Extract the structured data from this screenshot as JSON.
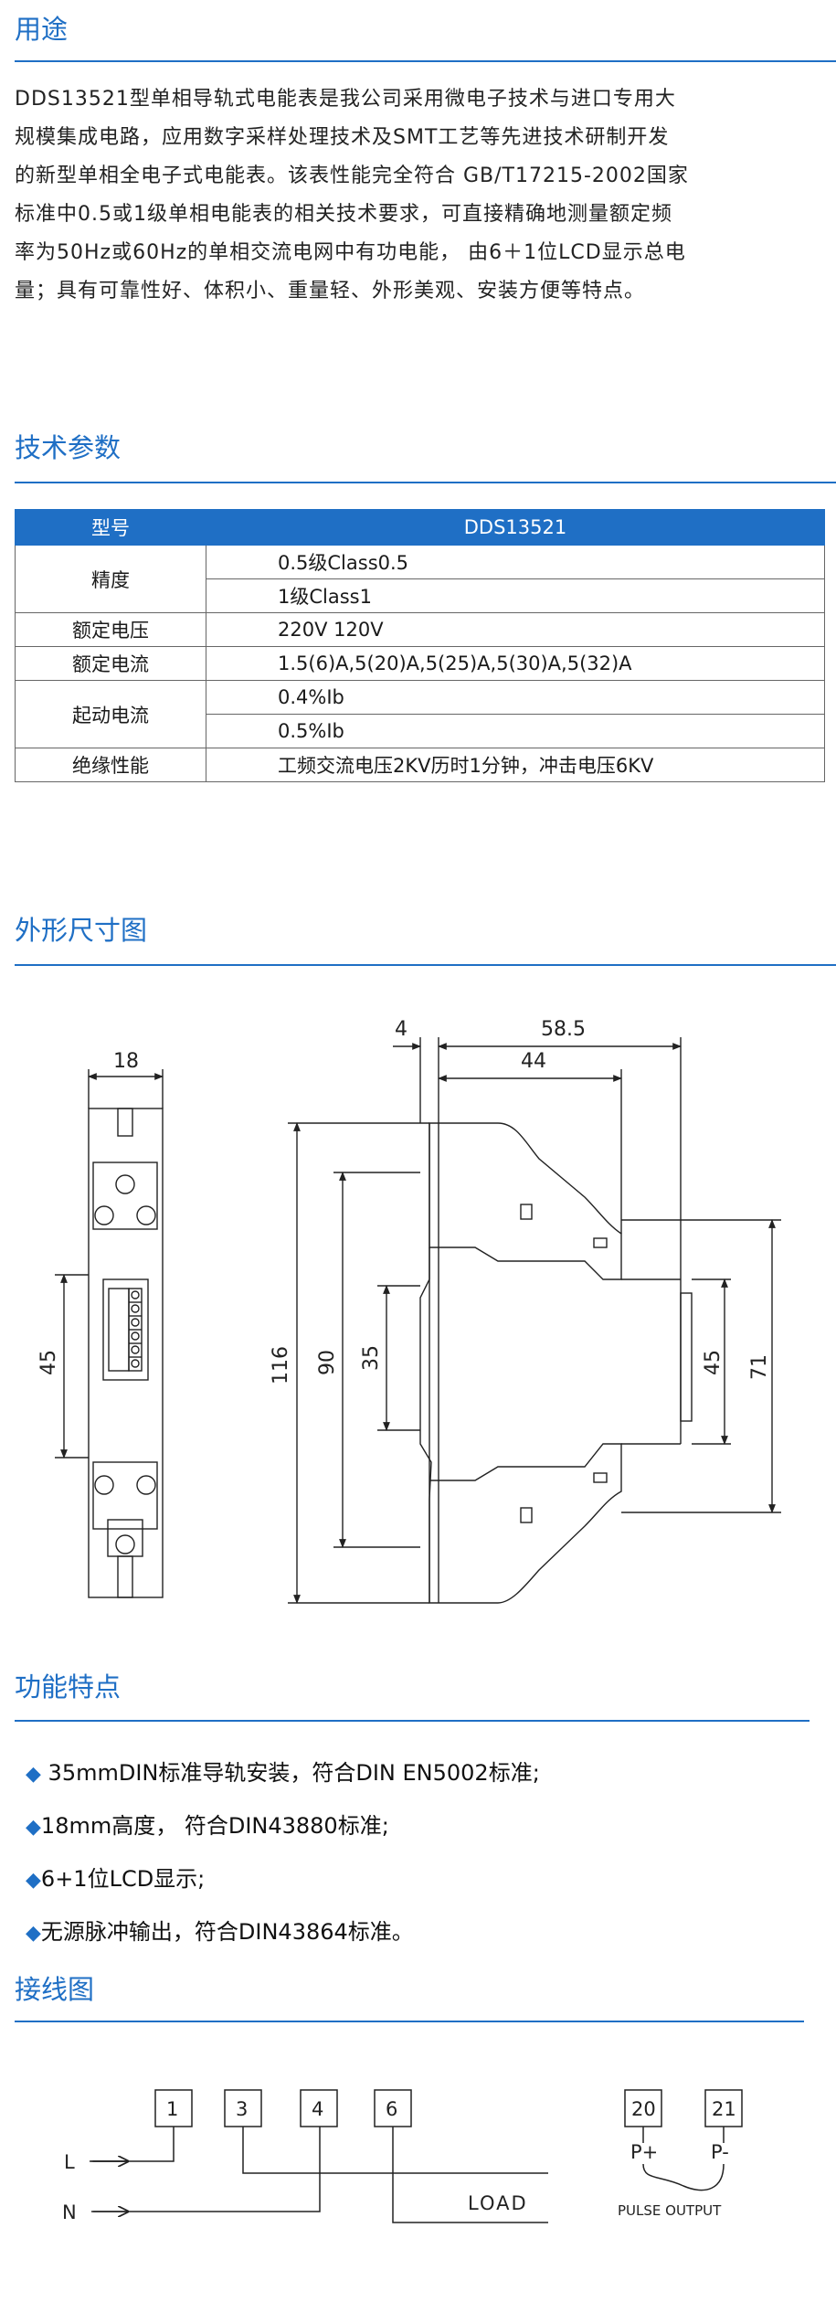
{
  "usage": {
    "title": "用途",
    "lines": [
      "DDS13521型单相导轨式电能表是我公司采用微电子技术与进口专用大",
      "规模集成电路，应用数字采样处理技术及SMT工艺等先进技术研制开发",
      "的新型单相全电子式电能表。该表性能完全符合 GB/T17215-2002国家",
      "标准中0.5或1级单相电能表的相关技术要求，可直接精确地测量额定频",
      "率为50Hz或60Hz的单相交流电网中有功电能， 由6＋1位LCD显示总电",
      "量；具有可靠性好、体积小、重量轻、外形美观、安装方便等特点。"
    ]
  },
  "specs": {
    "title": "技术参数",
    "header": {
      "label": "型号",
      "value": "DDS13521"
    },
    "rows": [
      {
        "label": "精度",
        "values": [
          "0.5级Class0.5",
          "1级Class1"
        ]
      },
      {
        "label": "额定电压",
        "values": [
          "220V 120V"
        ]
      },
      {
        "label": "额定电流",
        "values": [
          "1.5(6)A,5(20)A,5(25)A,5(30)A,5(32)A"
        ]
      },
      {
        "label": "起动电流",
        "values": [
          "0.4%Ib",
          "0.5%Ib"
        ]
      },
      {
        "label": "绝缘性能",
        "values": [
          "工频交流电压2KV历时1分钟，冲击电压6KV"
        ]
      }
    ]
  },
  "dimensions": {
    "title": "外形尺寸图",
    "labels": {
      "front_width": "18",
      "front_height": "45",
      "total_depth": "58.5",
      "step": "4",
      "inner_depth": "44",
      "height_116": "116",
      "height_90": "90",
      "height_35": "35",
      "right_45": "45",
      "right_71": "71"
    }
  },
  "features": {
    "title": "功能特点",
    "bullet_char": "◆",
    "items": [
      "  35mmDIN标准导轨安装，符合DIN  EN5002标准;",
      "18mm高度， 符合DIN43880标准;",
      "6+1位LCD显示;",
      "无源脉冲输出，符合DIN43864标准。"
    ]
  },
  "wiring": {
    "title": "接线图",
    "terminals": [
      "1",
      "3",
      "4",
      "6"
    ],
    "pulse_terminals": [
      "20",
      "21"
    ],
    "line_label": "L",
    "neutral_label": "N",
    "load_label": "LOAD",
    "pulse_plus": "P+",
    "pulse_minus": "P-",
    "pulse_caption": "PULSE OUTPUT"
  },
  "colors": {
    "accent": "#1f6fc5",
    "line": "#222222"
  }
}
